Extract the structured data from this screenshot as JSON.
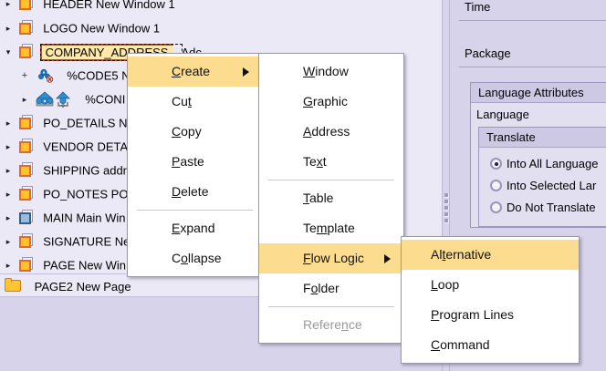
{
  "tree": {
    "rows": [
      {
        "label": "HEADER New Window 1",
        "icon": "window-icon",
        "expander": "collapsed",
        "clipped_top": true
      },
      {
        "label": "LOGO New Window 1",
        "icon": "window-icon",
        "expander": "collapsed"
      },
      {
        "label": "COMPANY_ADDRESS Adc",
        "edit_value": "COMPANY_ADDRESS",
        "trailing": "Adc",
        "icon": "window-icon",
        "expander": "expanded",
        "selected": true
      },
      {
        "label": "%CODE5 N",
        "icon": "program-lines-icon",
        "expander": "plus",
        "indent": 1
      },
      {
        "label": "%CONI",
        "icon": "condition-icon",
        "expander": "collapsed",
        "indent": 1
      },
      {
        "label": "PO_DETAILS N",
        "icon": "window-icon",
        "expander": "collapsed"
      },
      {
        "label": "VENDOR DETA",
        "icon": "window-icon",
        "expander": "collapsed"
      },
      {
        "label": "SHIPPING addr",
        "icon": "window-icon",
        "expander": "collapsed"
      },
      {
        "label": "PO_NOTES PO",
        "icon": "window-icon",
        "expander": "collapsed"
      },
      {
        "label": "MAIN Main Win",
        "icon": "main-window-icon",
        "expander": "collapsed"
      },
      {
        "label": "SIGNATURE Ne",
        "icon": "window-icon",
        "expander": "collapsed"
      },
      {
        "label": "PAGE New Win",
        "icon": "window-icon",
        "expander": "collapsed"
      }
    ],
    "footer_row": {
      "label": "PAGE2 New Page",
      "icon": "folder-icon"
    }
  },
  "context_menu": {
    "items": [
      {
        "label": "Create",
        "accel": "C",
        "submenu": true,
        "highlighted": true,
        "disabled": false
      },
      {
        "label": "Cut",
        "accel": "t",
        "submenu": false,
        "highlighted": false,
        "disabled": false
      },
      {
        "label": "Copy",
        "accel": "C",
        "submenu": false,
        "highlighted": false,
        "disabled": false
      },
      {
        "label": "Paste",
        "accel": "P",
        "submenu": false,
        "highlighted": false,
        "disabled": false
      },
      {
        "label": "Delete",
        "accel": "D",
        "submenu": false,
        "highlighted": false,
        "disabled": false
      },
      {
        "separator": true
      },
      {
        "label": "Expand",
        "accel": "E",
        "submenu": false,
        "highlighted": false,
        "disabled": false
      },
      {
        "label": "Collapse",
        "accel": "o",
        "submenu": false,
        "highlighted": false,
        "disabled": false
      }
    ]
  },
  "create_submenu": {
    "items": [
      {
        "label": "Window",
        "accel": "W",
        "submenu": false,
        "highlighted": false,
        "disabled": false
      },
      {
        "label": "Graphic",
        "accel": "G",
        "submenu": false,
        "highlighted": false,
        "disabled": false
      },
      {
        "label": "Address",
        "accel": "A",
        "submenu": false,
        "highlighted": false,
        "disabled": false
      },
      {
        "label": "Text",
        "accel": "x",
        "submenu": false,
        "highlighted": false,
        "disabled": false
      },
      {
        "separator": true
      },
      {
        "label": "Table",
        "accel": "T",
        "submenu": false,
        "highlighted": false,
        "disabled": false
      },
      {
        "label": "Template",
        "accel": "m",
        "submenu": false,
        "highlighted": false,
        "disabled": false
      },
      {
        "label": "Flow Logic",
        "accel": "F",
        "submenu": true,
        "highlighted": true,
        "disabled": false
      },
      {
        "label": "Folder",
        "accel": "o",
        "submenu": false,
        "highlighted": false,
        "disabled": false
      },
      {
        "separator": true
      },
      {
        "label": "Reference",
        "accel": "n",
        "submenu": false,
        "highlighted": false,
        "disabled": true
      }
    ]
  },
  "flow_logic_submenu": {
    "items": [
      {
        "label": "Alternative",
        "accel": "t",
        "highlighted": true
      },
      {
        "label": "Loop",
        "accel": "L",
        "highlighted": false
      },
      {
        "label": "Program Lines",
        "accel": "P",
        "highlighted": false
      },
      {
        "label": "Command",
        "accel": "C",
        "highlighted": false
      }
    ]
  },
  "properties": {
    "fields": [
      {
        "label": "Time"
      },
      {
        "label": "Package"
      }
    ],
    "language_attributes": {
      "title": "Language Attributes",
      "language_label": "Language",
      "translate": {
        "title": "Translate",
        "options": [
          {
            "label": "Into All Language",
            "checked": true
          },
          {
            "label": "Into Selected Lar",
            "checked": false
          },
          {
            "label": "Do Not Translate",
            "checked": false
          }
        ]
      }
    }
  },
  "colors": {
    "menu_highlight": "#fcdd90",
    "tree_background": "#ebe9f5",
    "pane_background": "#d6d3ea",
    "selection_border": "#e03a1e",
    "node_orange": "#ffc429",
    "node_orange_border": "#e8681c",
    "main_window_blue": "#9dbbd8"
  }
}
